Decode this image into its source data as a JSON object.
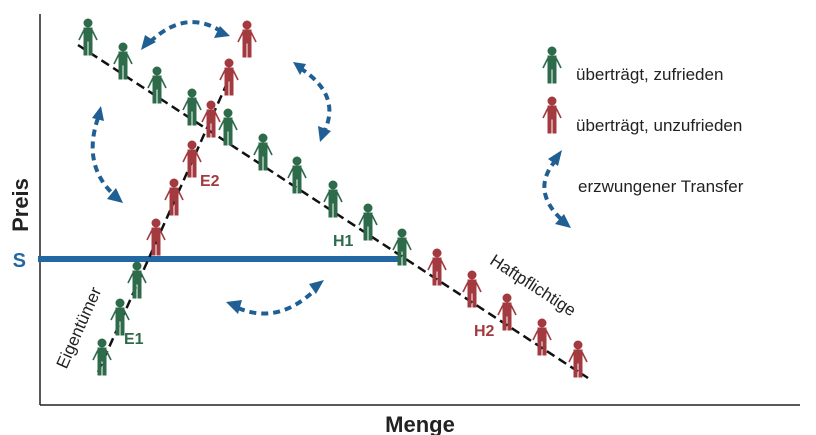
{
  "axes": {
    "y_label": "Preis",
    "x_label": "Menge"
  },
  "supply_line": {
    "label": "S"
  },
  "lines": {
    "owners_label": "Eigentümer",
    "liable_label": "Haftpflichtige"
  },
  "points": {
    "e1": "E1",
    "e2": "E2",
    "h1": "H1",
    "h2": "H2"
  },
  "legend": {
    "satisfied": "überträgt, zufrieden",
    "unsatisfied": "überträgt, unzufrieden",
    "forced": "erzwungener Transfer"
  },
  "colors": {
    "satisfied": "#2e6b4a",
    "unsatisfied": "#a33a3f",
    "arrow": "#1f5f93",
    "supply": "#2367a3",
    "label_red": "#a33a3f",
    "label_green": "#2e6b4a"
  }
}
